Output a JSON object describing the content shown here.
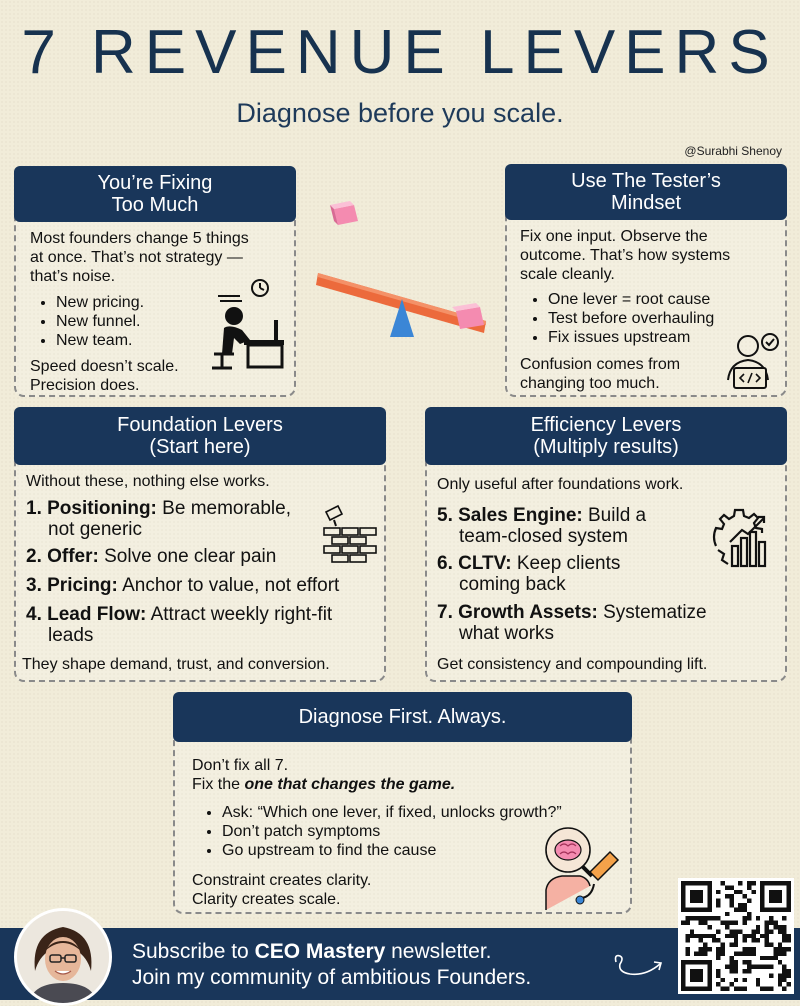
{
  "header": {
    "title": "7 REVENUE LEVERS",
    "subtitle": "Diagnose before you scale.",
    "handle": "@Surabhi Shenoy"
  },
  "fixing": {
    "title_line1": "You’re Fixing",
    "title_line2": "Too Much",
    "intro_line1": "Most founders change 5 things",
    "intro_line2": "at once. That’s not strategy —",
    "intro_line3": "that’s noise.",
    "bullets": [
      "New pricing.",
      "New funnel.",
      "New team."
    ],
    "outro_line1": "Speed doesn’t scale.",
    "outro_line2": "Precision does."
  },
  "tester": {
    "title_line1": "Use The Tester’s",
    "title_line2": "Mindset",
    "intro_line1": "Fix one input. Observe the",
    "intro_line2": "outcome. That’s how systems",
    "intro_line3": "scale cleanly.",
    "bullets": [
      "One lever = root cause",
      "Test before overhauling",
      "Fix issues upstream"
    ],
    "outro_line1": "Confusion comes from",
    "outro_line2": "changing too much."
  },
  "foundation": {
    "title_line1": "Foundation Levers",
    "title_line2": "(Start here)",
    "intro": "Without these, nothing else works.",
    "levers": [
      {
        "label": "1. Positioning:",
        "line1": " Be memorable,",
        "line2": "not generic"
      },
      {
        "label": "2. Offer:",
        "line1": " Solve one clear pain",
        "line2": ""
      },
      {
        "label": "3. Pricing:",
        "line1": " Anchor to value, not effort",
        "line2": ""
      },
      {
        "label": "4. Lead Flow:",
        "line1": " Attract weekly right-fit",
        "line2": "leads"
      }
    ],
    "outro": "They shape demand, trust, and conversion."
  },
  "efficiency": {
    "title_line1": "Efficiency Levers",
    "title_line2": "(Multiply results)",
    "intro": "Only useful after foundations work.",
    "levers": [
      {
        "label": "5. Sales Engine:",
        "line1": " Build a",
        "line2": "team-closed system"
      },
      {
        "label": "6. CLTV:",
        "line1": " Keep clients",
        "line2": "coming back"
      },
      {
        "label": "7. Growth Assets:",
        "line1": " Systematize",
        "line2": "what works"
      }
    ],
    "outro": "Get consistency and compounding lift."
  },
  "diagnose": {
    "title": "Diagnose First. Always.",
    "line1": "Don’t fix all 7.",
    "line2_prefix": "Fix the ",
    "line2_emph": "one that changes the game.",
    "bullets": [
      "Ask: “Which one lever, if fixed, unlocks growth?”",
      "Don’t patch symptoms",
      "Go upstream to find the cause"
    ],
    "outro_line1": "Constraint creates clarity.",
    "outro_line2": "Clarity creates scale."
  },
  "footer": {
    "line1_prefix": "Subscribe to ",
    "line1_brand": "CEO Mastery",
    "line1_suffix": " newsletter.",
    "line2": "Join my community of ambitious Founders."
  },
  "colors": {
    "navy": "#19365a",
    "background": "#f1ecd9",
    "seesaw_plank": "#ec6a3c",
    "seesaw_pivot": "#3b86d6",
    "cube": "#f48bb0"
  }
}
